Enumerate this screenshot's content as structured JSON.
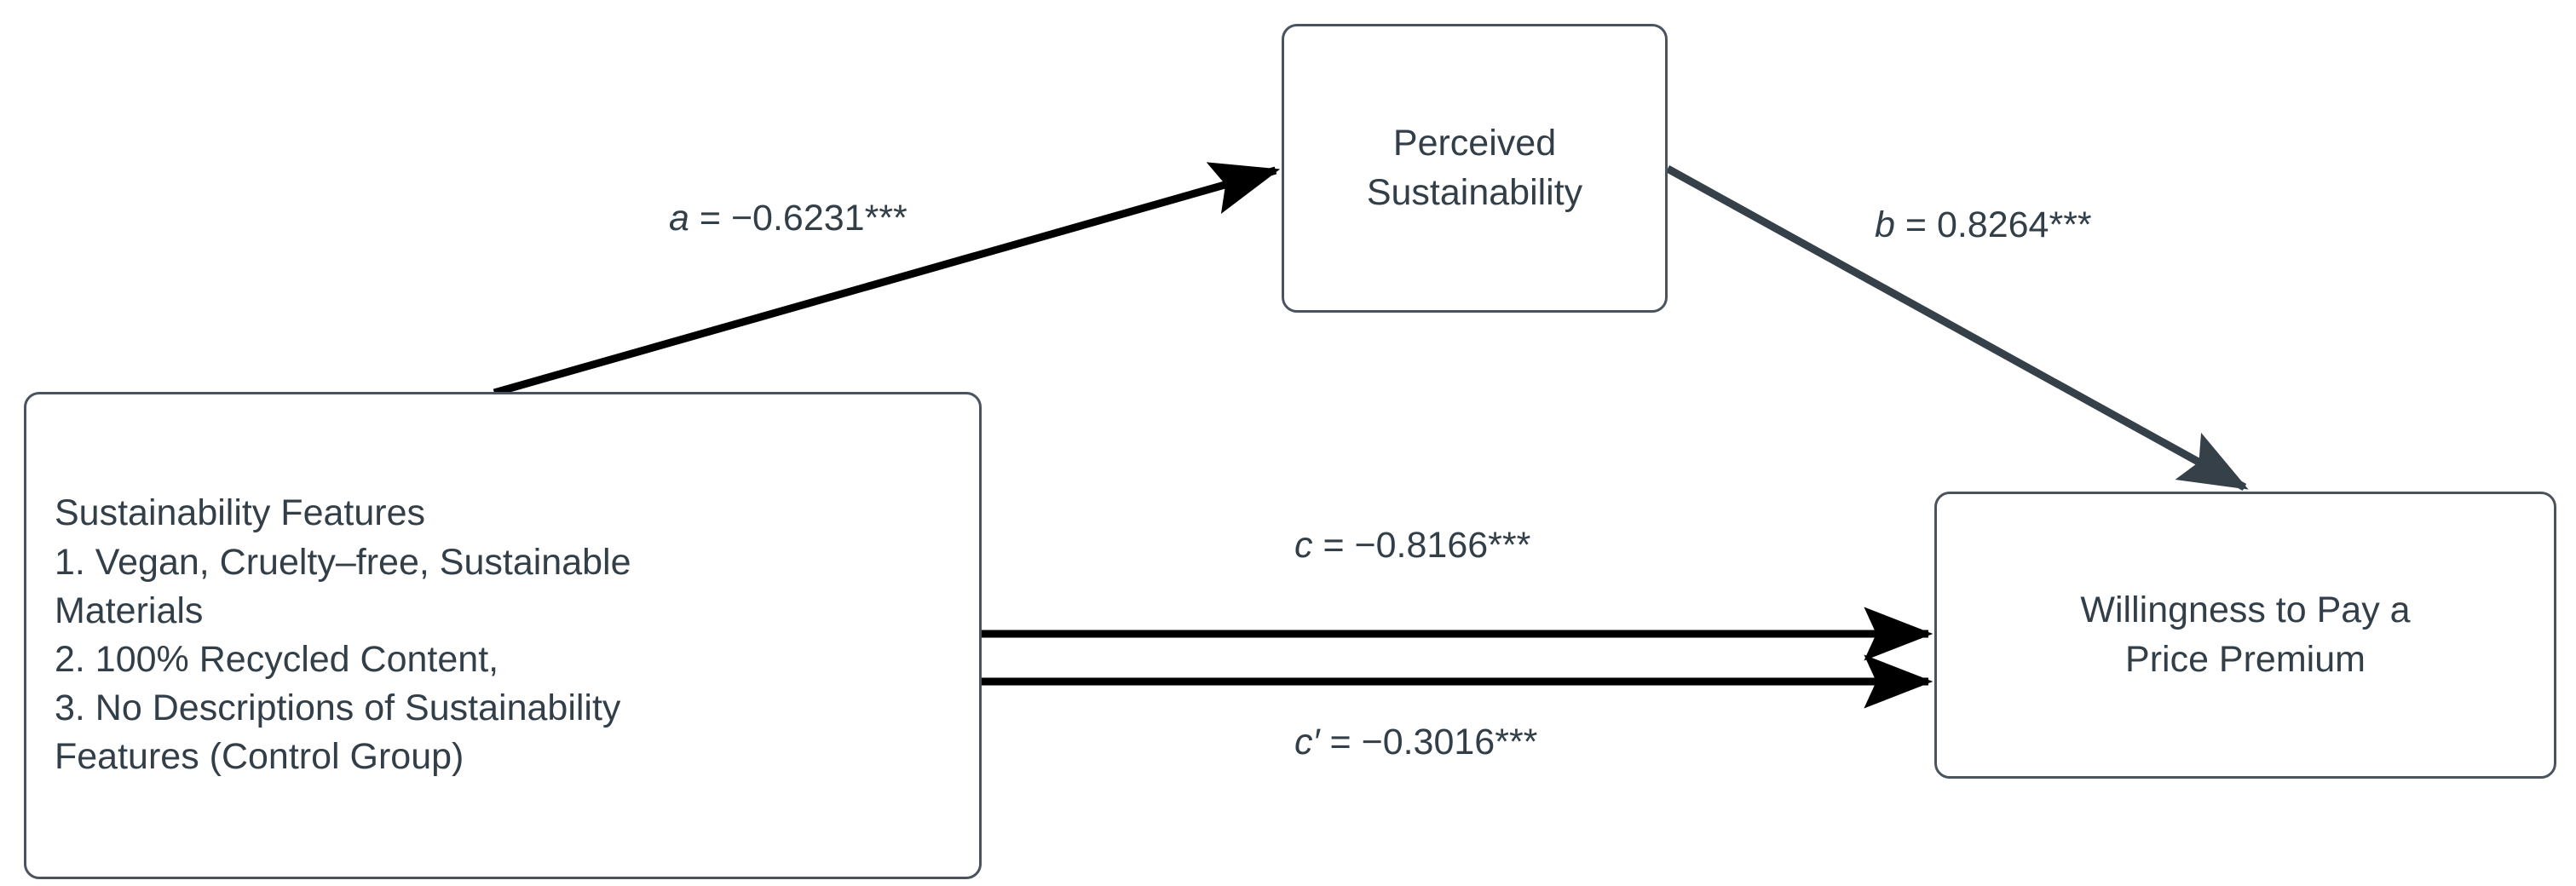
{
  "diagram": {
    "type": "mediation-path-model",
    "background_color": "#ffffff",
    "box_border_color": "#49545f",
    "text_color": "#333f48",
    "arrow_color_direct": "#000000",
    "arrow_color_mediator": "#364049",
    "nodes": {
      "treatment": {
        "id": "sustainability-features",
        "role": "independent-variable",
        "title": "Sustainability Features",
        "items": [
          "1. Vegan, Cruelty–free, Sustainable Materials",
          "2. 100% Recycled Content,",
          "3. No Descriptions of Sustainability Features (Control Group)"
        ],
        "text": "Sustainability Features\n1. Vegan, Cruelty–free, Sustainable\nMaterials\n2. 100% Recycled Content,\n3. No Descriptions of Sustainability\nFeatures (Control Group)"
      },
      "mediator": {
        "id": "perceived-sustainability",
        "role": "mediator",
        "text": "Perceived\nSustainability"
      },
      "outcome": {
        "id": "willingness-to-pay",
        "role": "dependent-variable",
        "text": "Willingness to Pay a\nPrice Premium"
      }
    },
    "paths": [
      {
        "id": "path-a",
        "coefficient_name": "a",
        "equals": " = ",
        "value": "−0.6231",
        "significance": "***",
        "label": "a = −0.6231***",
        "from": "treatment",
        "to": "mediator"
      },
      {
        "id": "path-b",
        "coefficient_name": "b",
        "equals": " = ",
        "value": "0.8264",
        "significance": "***",
        "label": "b = 0.8264***",
        "from": "mediator",
        "to": "outcome"
      },
      {
        "id": "path-c",
        "coefficient_name": "c",
        "equals": " = ",
        "value": "−0.8166",
        "significance": "***",
        "label": "c = −0.8166***",
        "from": "treatment",
        "to": "outcome"
      },
      {
        "id": "path-c-prime",
        "coefficient_name": "c′",
        "equals": " = ",
        "value": "−0.3016",
        "significance": "***",
        "label": "c′ = −0.3016***",
        "from": "treatment",
        "to": "outcome"
      }
    ]
  }
}
